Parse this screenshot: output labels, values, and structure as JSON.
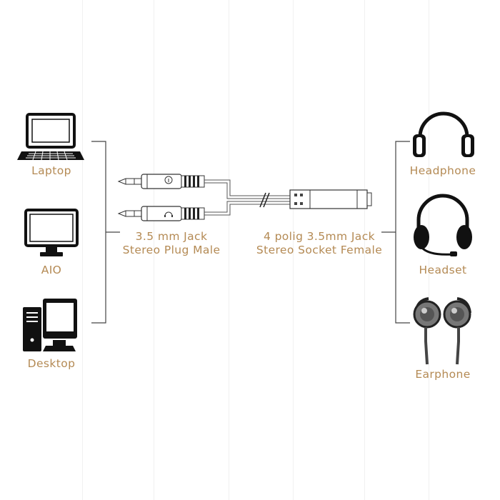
{
  "sources": [
    {
      "label": "Laptop",
      "icon": "laptop-icon"
    },
    {
      "label": "AIO",
      "icon": "monitor-icon"
    },
    {
      "label": "Desktop",
      "icon": "desktop-computer-icon"
    }
  ],
  "cable": {
    "plug_label_line1": "3.5 mm Jack",
    "plug_label_line2": "Stereo Plug Male",
    "socket_label_line1": "4 polig 3.5mm Jack",
    "socket_label_line2": "Stereo Socket Female",
    "plug_icons": [
      "microphone-icon",
      "headphone-icon"
    ]
  },
  "outputs": [
    {
      "label": "Headphone",
      "icon": "headphone-icon"
    },
    {
      "label": "Headset",
      "icon": "headset-icon"
    },
    {
      "label": "Earphone",
      "icon": "earphone-icon"
    }
  ],
  "colors": {
    "label": "#b48a54",
    "line": "#444444",
    "icon": "#111111"
  }
}
